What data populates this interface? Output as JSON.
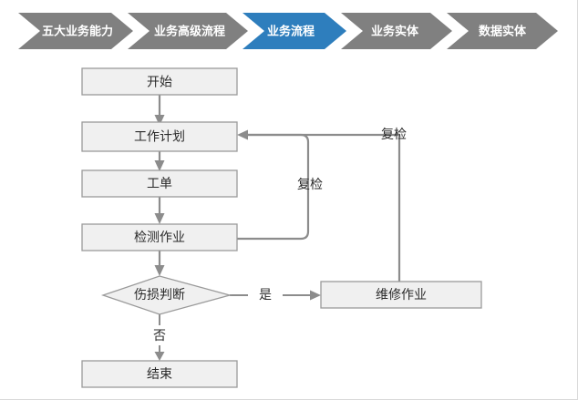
{
  "page": {
    "title": "业务流程",
    "background_color": "#ffffff",
    "border_color": "#d9d9d9"
  },
  "breadcrumb": {
    "name": "process-breadcrumb",
    "active_index": 2,
    "active_color": "#2e7ebd",
    "inactive_color": "#808080",
    "label_color": "#ffffff",
    "items": [
      {
        "label": "五大业务能力",
        "active": false
      },
      {
        "label": "业务高级流程",
        "active": false
      },
      {
        "label": "业务流程",
        "active": true
      },
      {
        "label": "业务实体",
        "active": false
      },
      {
        "label": "数据实体",
        "active": false
      }
    ]
  },
  "flowchart": {
    "name": "business-process-flowchart",
    "node_fill": "#f0f0f0",
    "node_stroke": "#9a9a9a",
    "connector_color": "#8c8c8c",
    "text_color": "#2b2b2b",
    "nodes": [
      {
        "id": "start",
        "shape": "rect",
        "label": "开始"
      },
      {
        "id": "work_plan",
        "shape": "rect",
        "label": "工作计划"
      },
      {
        "id": "work_order",
        "shape": "rect",
        "label": "工单"
      },
      {
        "id": "inspection",
        "shape": "rect",
        "label": "检测作业"
      },
      {
        "id": "decision",
        "shape": "diamond",
        "label": "伤损判断"
      },
      {
        "id": "repair",
        "shape": "rect",
        "label": "维修作业"
      },
      {
        "id": "end",
        "shape": "rect",
        "label": "结束"
      }
    ],
    "edge_labels": [
      {
        "id": "recheck_inner",
        "label": "复检"
      },
      {
        "id": "recheck_outer",
        "label": "复检"
      },
      {
        "id": "yes",
        "label": "是"
      },
      {
        "id": "no",
        "label": "否"
      }
    ]
  }
}
